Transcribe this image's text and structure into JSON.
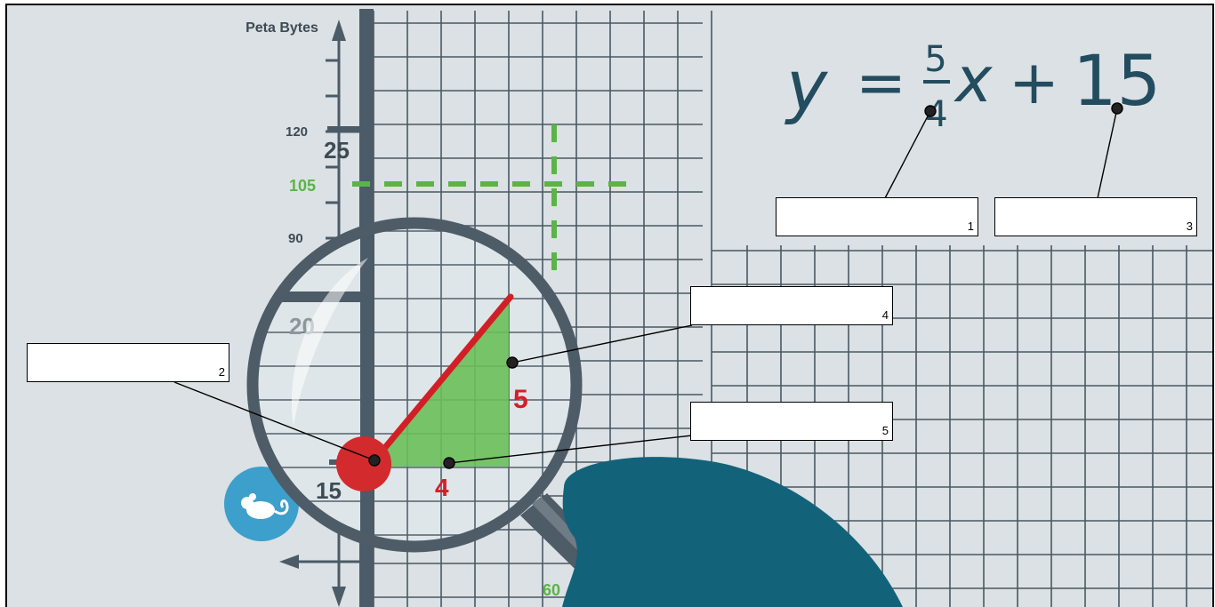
{
  "diagram": {
    "y_axis_title": "Peta Bytes",
    "equation": {
      "lhs": "y",
      "equals": "=",
      "slope_numerator": "5",
      "slope_denominator": "4",
      "variable": "x",
      "plus": "+",
      "intercept": "15"
    },
    "outer_tick_labels": [
      "120",
      "90"
    ],
    "dashed_guide_value": "105",
    "inner_tick_labels": [
      "25",
      "20",
      "15"
    ],
    "rise_label": "5",
    "run_label": "4",
    "bottom_label": "60",
    "colors": {
      "background": "#dbe1e4",
      "grid": "#4a5863",
      "axis": "#4b5b67",
      "dashed_guide": "#5cb346",
      "slope_line": "#d21f26",
      "triangle_fill": "#6cbf59",
      "intercept_dot": "#d32a2d",
      "hand": "#12637a",
      "lens_rim": "#4e5c67",
      "equation_text": "#234c5f"
    },
    "icons": [
      "mouse-logo-icon"
    ]
  },
  "callouts": [
    {
      "number": "1",
      "text": ""
    },
    {
      "number": "2",
      "text": ""
    },
    {
      "number": "3",
      "text": ""
    },
    {
      "number": "4",
      "text": ""
    },
    {
      "number": "5",
      "text": ""
    }
  ]
}
